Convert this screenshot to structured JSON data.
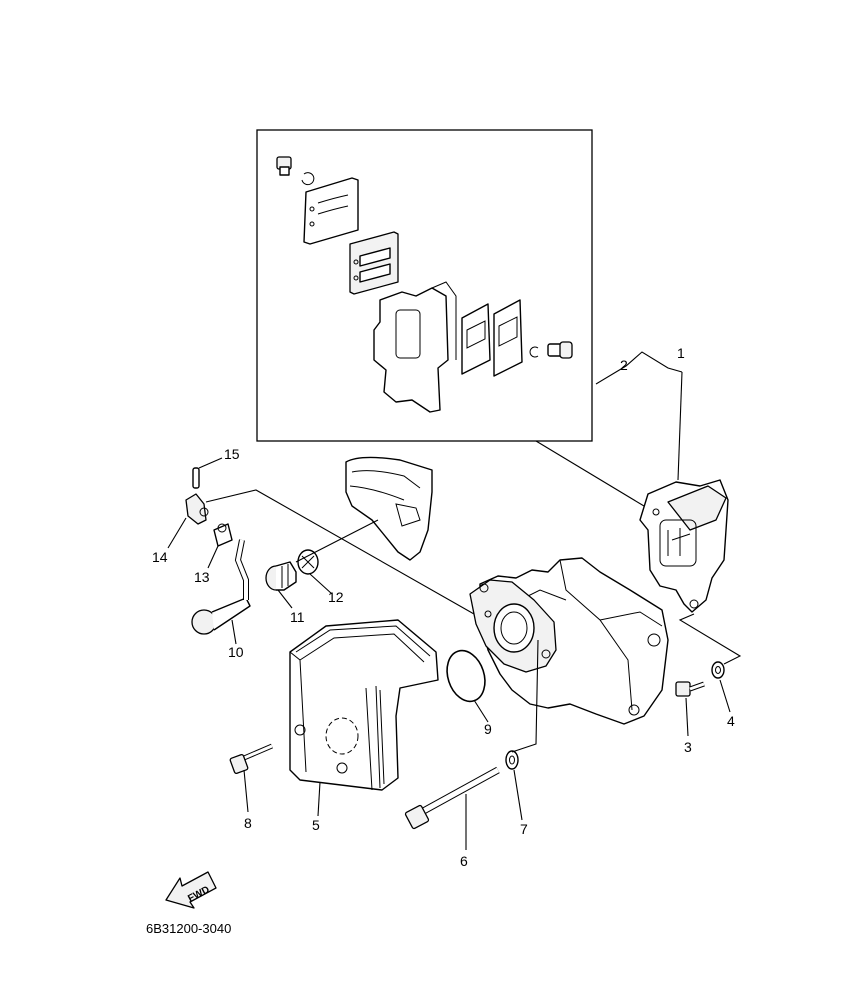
{
  "diagram": {
    "part_code": "6B31200-3040",
    "direction_label": "FWD",
    "callouts": [
      {
        "id": "1",
        "label": "1"
      },
      {
        "id": "2",
        "label": "2"
      },
      {
        "id": "3",
        "label": "3"
      },
      {
        "id": "4",
        "label": "4"
      },
      {
        "id": "5",
        "label": "5"
      },
      {
        "id": "6",
        "label": "6"
      },
      {
        "id": "7",
        "label": "7"
      },
      {
        "id": "8",
        "label": "8"
      },
      {
        "id": "9",
        "label": "9"
      },
      {
        "id": "10",
        "label": "10"
      },
      {
        "id": "11",
        "label": "11"
      },
      {
        "id": "12",
        "label": "12"
      },
      {
        "id": "13",
        "label": "13"
      },
      {
        "id": "14",
        "label": "14"
      },
      {
        "id": "15",
        "label": "15"
      }
    ]
  }
}
